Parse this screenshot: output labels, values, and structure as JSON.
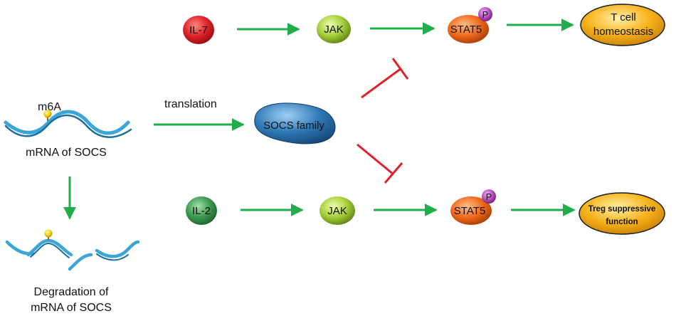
{
  "nodes": {
    "il7": "IL-7",
    "il2": "IL-2",
    "jak_top": "JAK",
    "jak_bottom": "JAK",
    "stat5_top": "STAT5",
    "stat5_bottom": "STAT5",
    "phospho_top": "P",
    "phospho_bottom": "P",
    "tcell_line1": "T cell",
    "tcell_line2": "homeostasis",
    "treg_line1": "Treg suppressive",
    "treg_line2": "function",
    "socs": "SOCS family"
  },
  "labels": {
    "m6a": "m6A",
    "mrna": "mRNA of  SOCS",
    "translation": "translation",
    "degradation_line1": "Degradation of",
    "degradation_line2": "mRNA of SOCS"
  },
  "colors": {
    "activation_arrow": "#1fae4b",
    "inhibition": "#e0202a",
    "il7": "#e0202a",
    "il2": "#3c9a4f",
    "jak": "#a6cf3a",
    "stat5": "#f06a1a",
    "phospho": "#b048b8",
    "outcome": "#f7b21b",
    "socs": "#2f78b6",
    "rna": "#3aa5d6",
    "m6a_mark": "#f5d000"
  }
}
